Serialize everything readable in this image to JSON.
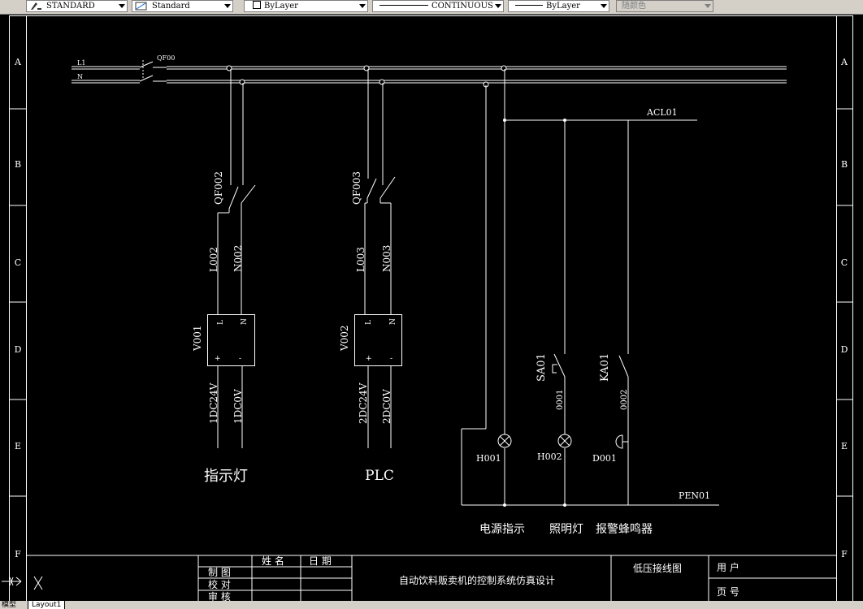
{
  "toolbar": {
    "text_style": "STANDARD",
    "dim_style": "Standard",
    "layer": "ByLayer",
    "linetype": "CONTINUOUS",
    "lineweight": "ByLayer",
    "color": "随颜色"
  },
  "border": {
    "rows": [
      "A",
      "B",
      "C",
      "D",
      "E",
      "F"
    ]
  },
  "drawing": {
    "bus": {
      "l1": "L1",
      "n": "N",
      "breaker": "QF00"
    },
    "branch1": {
      "breaker": "QF002",
      "l": "L002",
      "n": "N002",
      "unit": "V001",
      "unit_l": "L",
      "unit_n": "N",
      "unit_plus": "+",
      "unit_minus": "-",
      "out_pos": "1DC24V",
      "out_neg": "1DC0V",
      "title": "指示灯"
    },
    "branch2": {
      "breaker": "QF003",
      "l": "L003",
      "n": "N003",
      "unit": "V002",
      "unit_l": "L",
      "unit_n": "N",
      "unit_plus": "+",
      "unit_minus": "-",
      "out_pos": "2DC24V",
      "out_neg": "2DC0V",
      "title": "PLC"
    },
    "control": {
      "acl": "ACL01",
      "pen": "PEN01",
      "switch1": "SA01",
      "wire1": "0001",
      "lamp1": "H001",
      "lamp2": "H002",
      "switch2": "KA01",
      "wire2": "0002",
      "buzzer": "D001",
      "title1": "电源指示",
      "title2": "照明灯",
      "title3": "报警蜂鸣器"
    }
  },
  "title_block": {
    "name_h": "姓 名",
    "date_h": "日 期",
    "drawn": "制 图",
    "checked": "校 对",
    "reviewed": "审 核",
    "project": "自动饮料贩卖机的控制系统仿真设计",
    "drawing_title": "低压接线图",
    "user": "用 户",
    "page": "页 号"
  },
  "tabs": {
    "model": "模型",
    "layout1": "Layout1"
  }
}
